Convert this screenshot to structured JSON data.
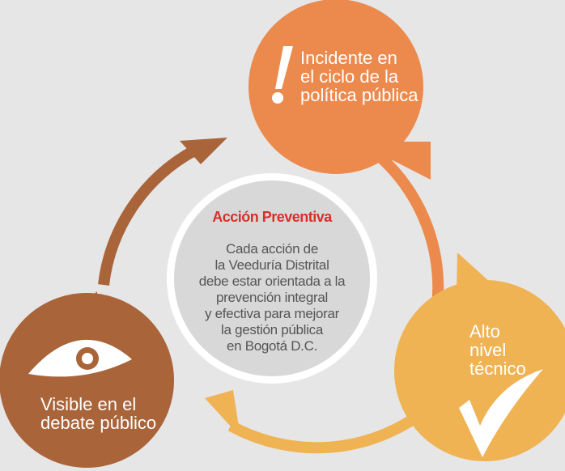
{
  "colors": {
    "background": "#e6e6e6",
    "orange": "#ec8a4e",
    "yellow": "#efb354",
    "brown": "#a9643a",
    "center_fill": "#d8d8d8",
    "center_ring": "#ffffff",
    "title_red": "#d9302a",
    "body_gray": "#555555"
  },
  "center": {
    "title": "Acción Preventiva",
    "lines": [
      "Cada acción de",
      "la Veeduría Distrital",
      "debe estar orientada a la",
      "prevención integral",
      "y efectiva para mejorar",
      "la gestión pública",
      "en Bogotá D.C."
    ]
  },
  "nodes": {
    "incidente": {
      "icon": "exclamation-icon",
      "lines": [
        "Incidente en",
        "el ciclo de la",
        "política pública"
      ]
    },
    "tecnico": {
      "icon": "checkmark-icon",
      "lines": [
        "Alto",
        "nivel",
        "técnico"
      ]
    },
    "visible": {
      "icon": "eye-icon",
      "lines": [
        "Visible en el",
        "debate público"
      ]
    }
  }
}
